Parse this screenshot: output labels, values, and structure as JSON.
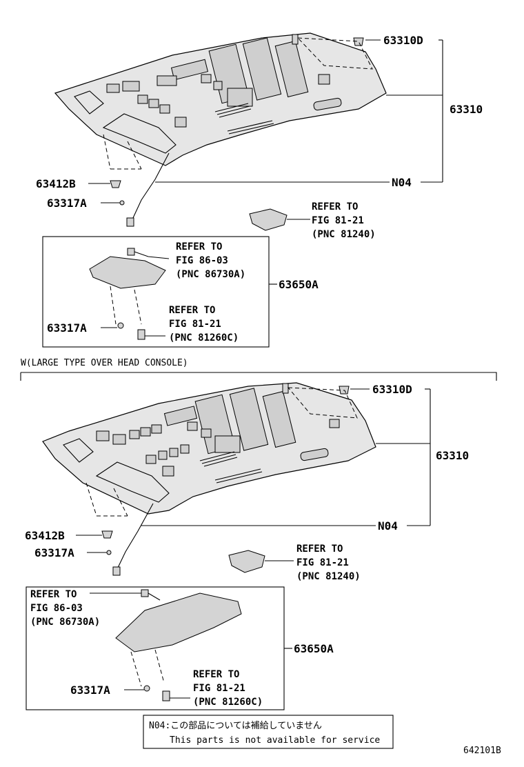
{
  "upper": {
    "labels": {
      "p63310D": "63310D",
      "p63310": "63310",
      "pN04": "N04",
      "p63412B": "63412B",
      "p63317A_1": "63317A",
      "p63650A": "63650A",
      "p63317A_2": "63317A"
    },
    "ref_lamp": [
      "REFER TO",
      "FIG 81-21",
      "(PNC 81240)"
    ],
    "ref_console": [
      "REFER TO",
      "FIG 86-03",
      "(PNC 86730A)"
    ],
    "ref_bulb": [
      "REFER TO",
      "FIG 81-21",
      "(PNC 81260C)"
    ]
  },
  "section_title": "W(LARGE TYPE OVER HEAD CONSOLE)",
  "lower": {
    "labels": {
      "p63310D": "63310D",
      "p63310": "63310",
      "pN04": "N04",
      "p63412B": "63412B",
      "p63317A_1": "63317A",
      "p63650A": "63650A",
      "p63317A_2": "63317A"
    },
    "ref_lamp": [
      "REFER TO",
      "FIG 81-21",
      "(PNC 81240)"
    ],
    "ref_console": [
      "REFER TO",
      "FIG 86-03",
      "(PNC 86730A)"
    ],
    "ref_bulb": [
      "REFER TO",
      "FIG 81-21",
      "(PNC 81260C)"
    ]
  },
  "note": {
    "line1": "N04:この部品については補給していません",
    "line2": "This parts is not available for service"
  },
  "figure_code": "642101B"
}
